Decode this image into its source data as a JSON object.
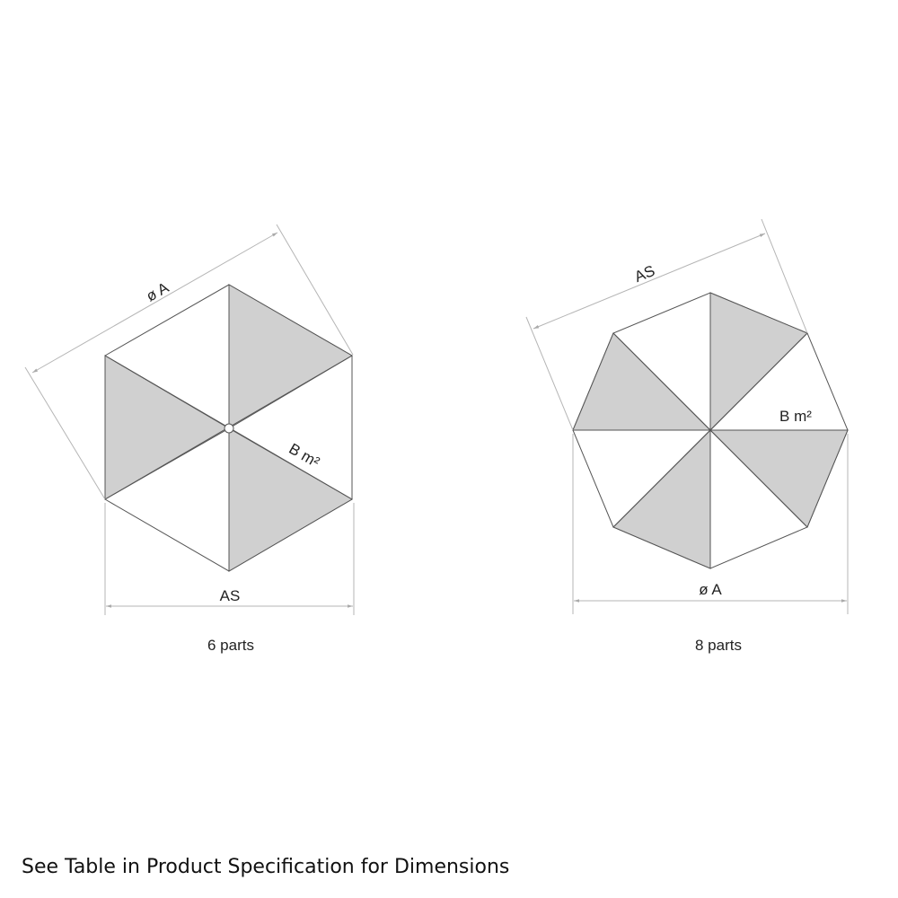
{
  "colors": {
    "shade": "#d0d0d0",
    "edge": "#555555",
    "dim": "#b5b5b5"
  },
  "hexagon": {
    "diameter_label": "ø A",
    "side_label": "AS",
    "area_label": "B m²",
    "caption": "6 parts"
  },
  "octagon": {
    "side_label": "AS",
    "diameter_label": "ø A",
    "area_label": "B m²",
    "caption": "8 parts"
  },
  "footer": "See Table in Product Specification for Dimensions"
}
